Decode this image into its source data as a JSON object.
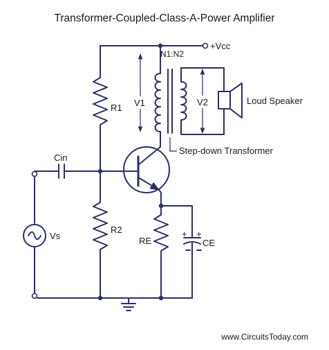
{
  "diagram": {
    "title": "Transformer-Coupled-Class-A-Power Amplifier",
    "labels": {
      "vcc": "+Vcc",
      "turns_ratio": "N1:N2",
      "r1": "R1",
      "r2": "R2",
      "re": "RE",
      "cin": "Cin",
      "ce": "CE",
      "vs": "Vs",
      "v1": "V1",
      "v2": "V2",
      "speaker": "Loud Speaker",
      "transformer": "Step-down Transformer",
      "plus_left": "+",
      "plus_right": "+"
    },
    "website": "www.CircuitsToday.com"
  }
}
